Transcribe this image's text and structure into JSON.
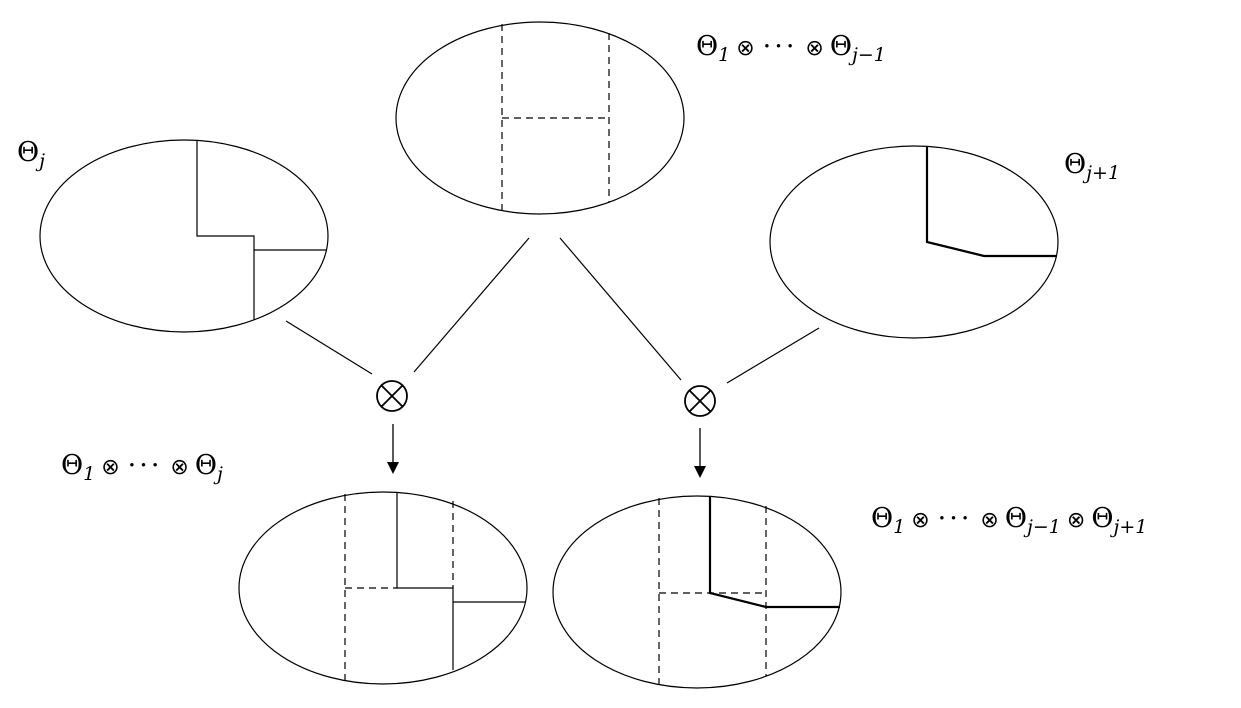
{
  "labels": {
    "top": {
      "head": "Θ",
      "parts": [
        {
          "sub": "1"
        },
        {
          "op": "⊗"
        },
        {
          "dots": "···"
        },
        {
          "op": "⊗"
        },
        {
          "head": "Θ",
          "sub": "j−1"
        }
      ]
    },
    "left": {
      "head": "Θ",
      "sub": "j"
    },
    "right": {
      "head": "Θ",
      "sub": "j+1"
    },
    "bottom_left": {
      "head": "Θ",
      "parts": [
        {
          "sub": "1"
        },
        {
          "op": "⊗"
        },
        {
          "dots": "···"
        },
        {
          "op": "⊗"
        },
        {
          "head": "Θ",
          "sub": "j"
        }
      ]
    },
    "bottom_right": {
      "head": "Θ",
      "parts": [
        {
          "sub": "1"
        },
        {
          "op": "⊗"
        },
        {
          "dots": "···"
        },
        {
          "op": "⊗"
        },
        {
          "head": "Θ",
          "sub": "j−1"
        },
        {
          "op": "⊗"
        },
        {
          "head": "Θ",
          "sub": "j+1"
        }
      ]
    }
  },
  "operator_symbol": "⊗",
  "colors": {
    "stroke": "#000000",
    "background": "#ffffff"
  }
}
